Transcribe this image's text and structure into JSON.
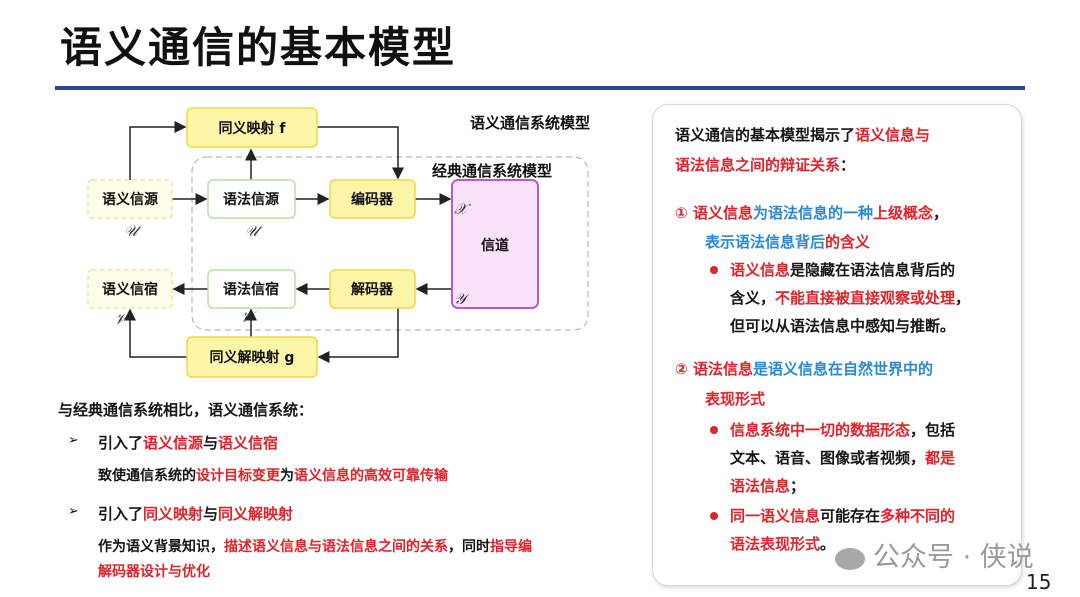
{
  "title": "语义通信的基本模型",
  "diagram": {
    "system_label": "语义通信系统模型",
    "classic_label": "经典通信系统模型",
    "boxes": {
      "syn_map": "同义映射 f",
      "sem_source": "语义信源",
      "syn_source": "语法信源",
      "encoder": "编码器",
      "channel": "信道",
      "sem_sink": "语义信宿",
      "syn_sink": "语法信宿",
      "decoder": "解码器",
      "syn_demap": "同义解映射 g"
    },
    "math": {
      "U1": "𝒰",
      "U2": "𝒰",
      "X": "𝒳",
      "Y": "𝒴",
      "V1": "𝒱",
      "V2": "𝒱"
    },
    "colors": {
      "yellow_fill": "#fdf5a8",
      "yellow_border": "#efd64a",
      "green_border": "#b8e2a2",
      "purple_border": "#b45bc9",
      "purple_fill": "#fbe2fb"
    }
  },
  "left_text": {
    "intro": [
      {
        "t": "与经典通信系统相比，语义通信系统：",
        "c": "k"
      }
    ],
    "b1": [
      {
        "t": "引入了",
        "c": "k"
      },
      {
        "t": "语义信源",
        "c": "r"
      },
      {
        "t": "与",
        "c": "k"
      },
      {
        "t": "语义信宿",
        "c": "r"
      }
    ],
    "b1_sub": [
      {
        "t": "致使通信系统的",
        "c": "k"
      },
      {
        "t": "设计目标变更",
        "c": "r"
      },
      {
        "t": "为",
        "c": "k"
      },
      {
        "t": "语义信息的高效可靠传输",
        "c": "r"
      }
    ],
    "b2": [
      {
        "t": "引入了",
        "c": "k"
      },
      {
        "t": "同义映射",
        "c": "r"
      },
      {
        "t": "与",
        "c": "k"
      },
      {
        "t": "同义解映射",
        "c": "r"
      }
    ],
    "b2_sub1": [
      {
        "t": "作为语义背景知识，",
        "c": "k"
      },
      {
        "t": "描述语义信息与语法信息之间的关系",
        "c": "r"
      },
      {
        "t": "，同时",
        "c": "k"
      },
      {
        "t": "指导编",
        "c": "r"
      }
    ],
    "b2_sub2": [
      {
        "t": "解码器设计与优化",
        "c": "r"
      }
    ],
    "bullet_glyph": "➢"
  },
  "right_panel": {
    "l1": [
      {
        "t": "语义通信的基本模型揭示了",
        "c": "k"
      },
      {
        "t": "语义信息与",
        "c": "r"
      }
    ],
    "l2": [
      {
        "t": "语法信息之间的辩证关系",
        "c": "r"
      },
      {
        "t": "：",
        "c": "k"
      }
    ],
    "p1a": [
      {
        "t": "① ",
        "c": "r"
      },
      {
        "t": "语义信息",
        "c": "r"
      },
      {
        "t": "为语法信息的一种",
        "c": "b"
      },
      {
        "t": "上级概念",
        "c": "r"
      },
      {
        "t": "，",
        "c": "k"
      }
    ],
    "p1b": [
      {
        "t": "表示语法信息背后",
        "c": "b"
      },
      {
        "t": "的含义",
        "c": "r"
      }
    ],
    "p1s1": [
      {
        "t": "语义信息",
        "c": "r"
      },
      {
        "t": "是隐藏在语法信息背后的",
        "c": "k"
      }
    ],
    "p1s2": [
      {
        "t": "含义，",
        "c": "k"
      },
      {
        "t": "不能直接被直接观察或处理",
        "c": "r"
      },
      {
        "t": "，",
        "c": "k"
      }
    ],
    "p1s3": [
      {
        "t": "但可以从语法信息中感知与推断。",
        "c": "k"
      }
    ],
    "p2a": [
      {
        "t": "② ",
        "c": "r"
      },
      {
        "t": "语法信息",
        "c": "r"
      },
      {
        "t": "是语义信息在自然世界中的",
        "c": "b"
      }
    ],
    "p2b": [
      {
        "t": "表现形式",
        "c": "r"
      }
    ],
    "p2s1": [
      {
        "t": "信息系统中一切的数据形态",
        "c": "r"
      },
      {
        "t": "，包括",
        "c": "k"
      }
    ],
    "p2s2": [
      {
        "t": "文本、语音、图像或者视频，",
        "c": "k"
      },
      {
        "t": "都是",
        "c": "r"
      }
    ],
    "p2s3": [
      {
        "t": "语法信息",
        "c": "r"
      },
      {
        "t": "；",
        "c": "k"
      }
    ],
    "p2s4": [
      {
        "t": "同一语义信息",
        "c": "r"
      },
      {
        "t": "可能存在",
        "c": "k"
      },
      {
        "t": "多种不同的",
        "c": "r"
      }
    ],
    "p2s5": [
      {
        "t": "语法表现形式",
        "c": "r"
      },
      {
        "t": "。",
        "c": "k"
      }
    ]
  },
  "watermark": "公众号 · 侠说",
  "page_number": "15"
}
